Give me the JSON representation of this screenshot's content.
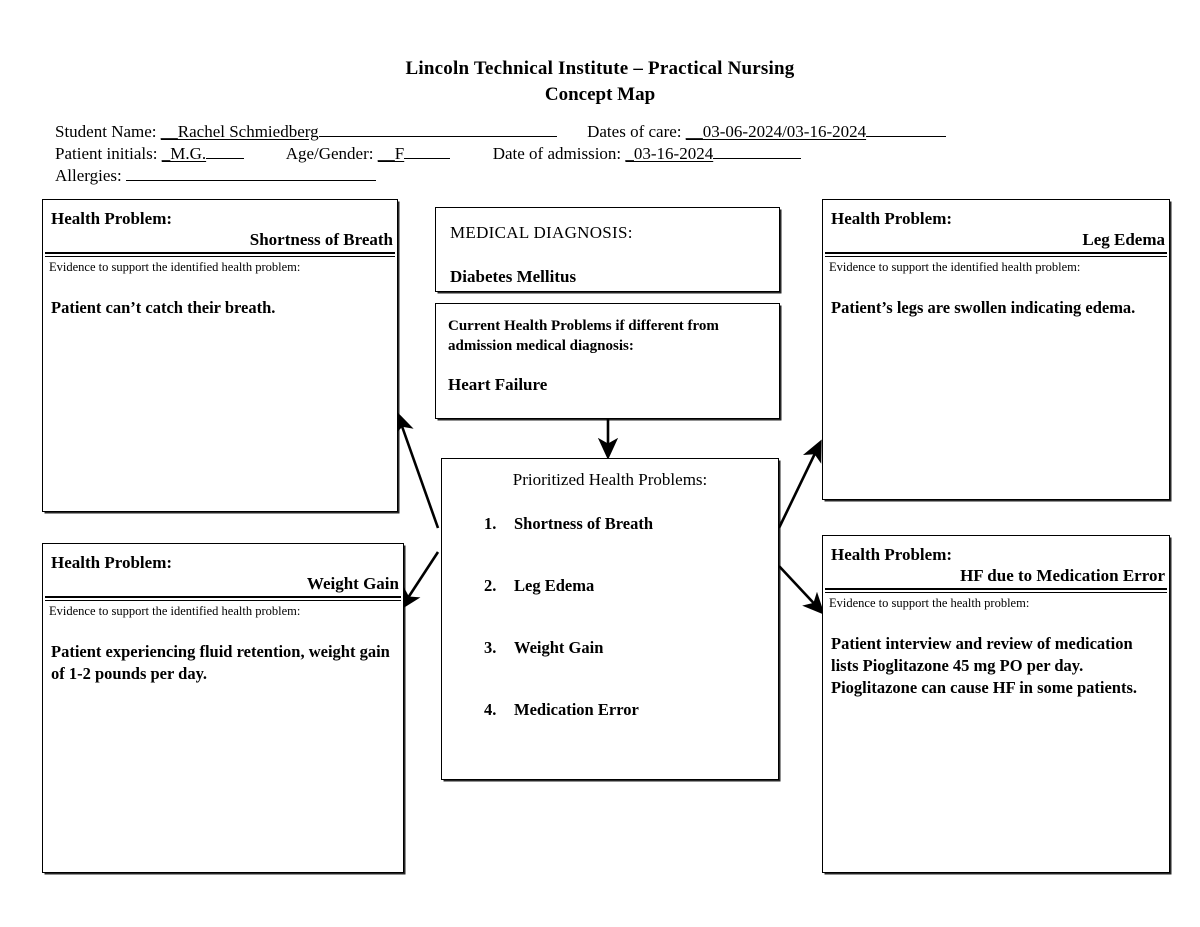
{
  "document": {
    "title_line1": "Lincoln Technical Institute – Practical Nursing",
    "title_line2": "Concept Map"
  },
  "header": {
    "student_name_label": "Student Name:",
    "student_name_value": "__Rachel Schmiedberg",
    "dates_of_care_label": "Dates of care:",
    "dates_of_care_value": "__03-06-2024/03-16-2024",
    "patient_initials_label": "Patient initials:",
    "patient_initials_value": "_M.G.",
    "age_gender_label": "Age/Gender:",
    "age_gender_value": "__F",
    "date_of_admission_label": "Date of admission:",
    "date_of_admission_value": "_03-16-2024",
    "allergies_label": "Allergies:",
    "allergies_value": ""
  },
  "boxes": {
    "shortness_of_breath": {
      "heading": "Health Problem:",
      "name": "Shortness of Breath",
      "evidence_label": "Evidence to support the identified health problem:",
      "evidence_text": "Patient can’t catch their breath."
    },
    "leg_edema": {
      "heading": "Health Problem:",
      "name": "Leg Edema",
      "evidence_label": "Evidence to support the identified health problem:",
      "evidence_text": "Patient’s legs are swollen indicating edema."
    },
    "weight_gain": {
      "heading": "Health Problem:",
      "name": "Weight Gain",
      "evidence_label": "Evidence to support the identified health problem:",
      "evidence_text": "Patient experiencing fluid retention, weight gain of 1-2 pounds per day."
    },
    "medication_error": {
      "heading": "Health Problem:",
      "name": "HF due to Medication Error",
      "evidence_label": "Evidence to support the health problem:",
      "evidence_text": "Patient interview and review of medication lists Pioglitazone 45 mg PO per day. Pioglitazone can cause HF in some patients."
    },
    "medical_diagnosis": {
      "label": "MEDICAL DIAGNOSIS:",
      "value": "Diabetes Mellitus"
    },
    "current_problems": {
      "label": "Current Health Problems if different from admission medical diagnosis:",
      "value": "Heart Failure"
    },
    "prioritized": {
      "title": "Prioritized Health Problems:",
      "items": [
        {
          "number": "1.",
          "text": "Shortness of Breath"
        },
        {
          "number": "2.",
          "text": "Leg Edema"
        },
        {
          "number": "3.",
          "text": "Weight Gain"
        },
        {
          "number": "4.",
          "text": "Medication Error"
        }
      ]
    }
  },
  "colors": {
    "ink": "#000000",
    "paper": "#ffffff"
  }
}
